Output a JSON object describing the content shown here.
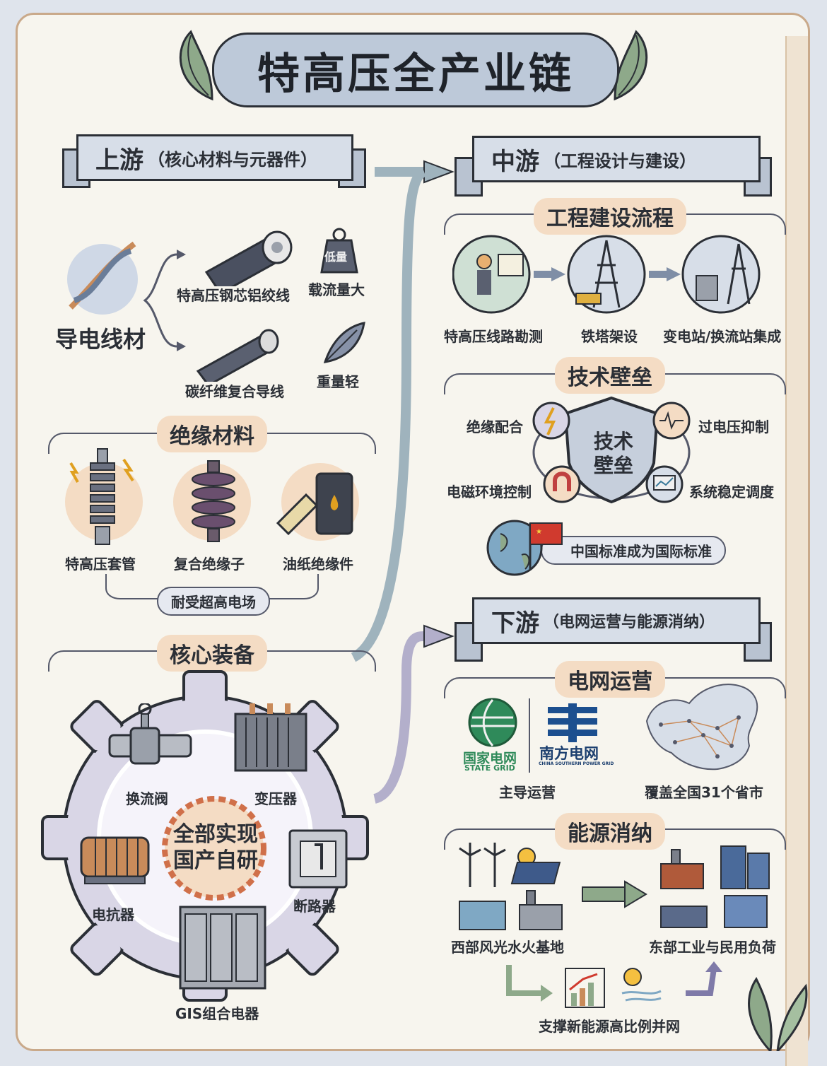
{
  "title": "特高压全产业链",
  "upstream": {
    "header_main": "上游",
    "header_sub": "（核心材料与元器件）",
    "conductor": {
      "name": "导电线材",
      "items": [
        {
          "label": "特高压钢芯铝绞线",
          "feature": "载流量大",
          "weight_icon_text": "低量"
        },
        {
          "label": "碳纤维复合导线",
          "feature": "重量轻"
        }
      ]
    },
    "insulation": {
      "title": "绝缘材料",
      "items": [
        "特高压套管",
        "复合绝缘子",
        "油纸绝缘件"
      ],
      "footer": "耐受超高电场"
    },
    "equipment": {
      "title": "核心装备",
      "center": [
        "全部实现",
        "国产自研"
      ],
      "items": [
        "换流阀",
        "变压器",
        "电抗器",
        "断路器",
        "GIS组合电器"
      ]
    }
  },
  "midstream": {
    "header_main": "中游",
    "header_sub": "（工程设计与建设）",
    "process": {
      "title": "工程建设流程",
      "steps": [
        "特高压线路勘测",
        "铁塔架设",
        "变电站/换流站集成"
      ]
    },
    "barrier": {
      "title": "技术壁垒",
      "shield": [
        "技术",
        "壁垒"
      ],
      "items": [
        "绝缘配合",
        "过电压抑制",
        "电磁环境控制",
        "系统稳定调度"
      ],
      "standard": "中国标准成为国际标准"
    }
  },
  "downstream": {
    "header_main": "下游",
    "header_sub": "（电网运营与能源消纳）",
    "grid": {
      "title": "电网运营",
      "sgcc_cn": "国家电网",
      "sgcc_en": "STATE GRID",
      "csg_cn": "南方电网",
      "csg_en": "CHINA SOUTHERN POWER GRID",
      "lead": "主导运营",
      "coverage": "覆盖全国31个省市"
    },
    "energy": {
      "title": "能源消纳",
      "west": "西部风光水火基地",
      "east": "东部工业与民用负荷",
      "support": "支撑新能源高比例并网"
    }
  },
  "colors": {
    "paper": "#f7f5ee",
    "ribbon": "#d7dee8",
    "section": "#f4dcc4",
    "gear": "#d9d6e6",
    "flow_arrow": "#9fb3bd",
    "accent_orange": "#e0a060"
  }
}
